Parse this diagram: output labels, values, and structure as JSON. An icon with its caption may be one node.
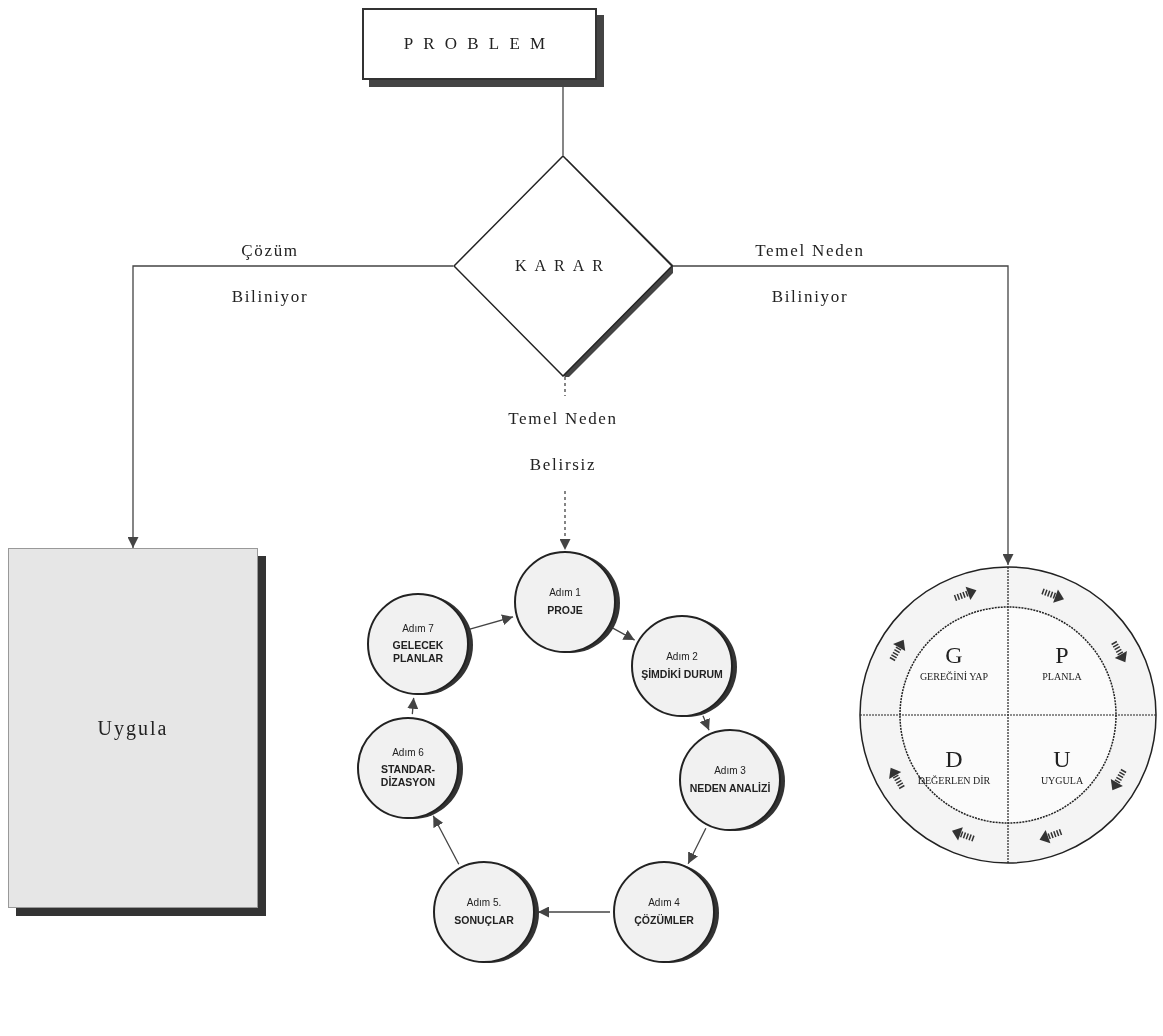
{
  "diagram": {
    "nodes": [
      {
        "text": [
          "PROBLEM"
        ]
      },
      {
        "text": [
          "KARAR"
        ]
      },
      {
        "text": [
          "Uygula"
        ]
      },
      {
        "text": [
          "Adım 1",
          "PROJE"
        ]
      },
      {
        "text": [
          "Adım 2",
          "ŞİMDİKİ DURUM"
        ]
      },
      {
        "text": [
          "Adım 3",
          "NEDEN ANALİZİ"
        ]
      },
      {
        "text": [
          "Adım 4",
          "ÇÖZÜMLER"
        ]
      },
      {
        "text": [
          "Adım 5.",
          "SONUÇLAR"
        ]
      },
      {
        "text": [
          "Adım 6",
          "STANDAR-DİZASYON"
        ]
      },
      {
        "text": [
          "Adım 7",
          "GELECEK PLANLAR"
        ]
      },
      {
        "text": [],
        "shape": "circle"
      },
      {
        "text": [
          "G",
          "GEREĞİNİ YAP"
        ],
        "in": 10
      },
      {
        "text": [
          "P",
          "PLANLA"
        ],
        "in": 10
      },
      {
        "text": [
          "D",
          "DEĞERLEN DİR"
        ],
        "in": 10
      },
      {
        "text": [
          "U",
          "UYGULA"
        ],
        "in": 10
      }
    ],
    "edges": [
      {
        "from": 0,
        "to": 1,
        "arrow": "none"
      },
      {
        "from": 1,
        "to": 2,
        "arrow": "to",
        "label": "Çözüm Biliniyor"
      },
      {
        "from": 1,
        "to": 3,
        "arrow": "to",
        "label": "Temel Neden Belirsiz",
        "style": "dashed"
      },
      {
        "from": 1,
        "to": 10,
        "arrow": "to",
        "label": "Temel Neden Biliniyor"
      },
      {
        "from": 3,
        "to": 4,
        "arrow": "to"
      },
      {
        "from": 4,
        "to": 5,
        "arrow": "to"
      },
      {
        "from": 5,
        "to": 6,
        "arrow": "to"
      },
      {
        "from": 6,
        "to": 7,
        "arrow": "to"
      },
      {
        "from": 7,
        "to": 8,
        "arrow": "to"
      },
      {
        "from": 8,
        "to": 9,
        "arrow": "to"
      },
      {
        "from": 9,
        "to": 3,
        "arrow": "to"
      }
    ]
  }
}
